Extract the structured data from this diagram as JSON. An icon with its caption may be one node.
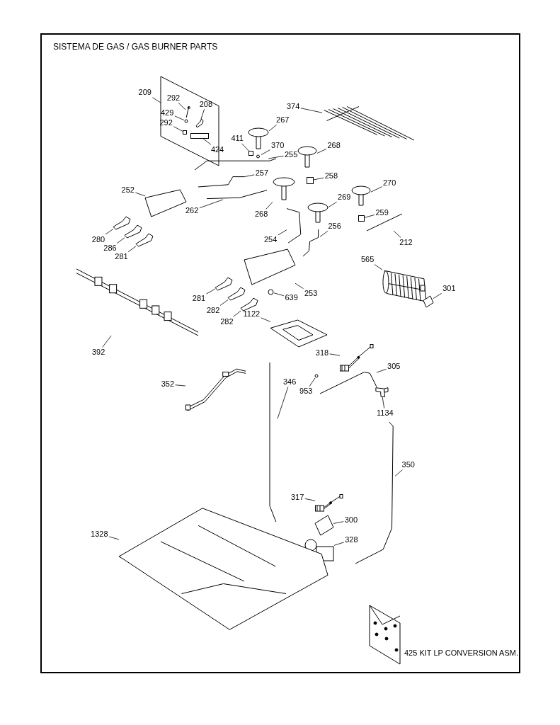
{
  "diagram": {
    "title": "SISTEMA DE GAS / GAS BURNER PARTS",
    "nodes": [
      {
        "text": [
          "209"
        ]
      },
      {
        "text": [],
        "shape": "picture"
      },
      {
        "text": [
          "292"
        ],
        "in": 1
      },
      {
        "text": [],
        "shape": "picture",
        "in": 1
      },
      {
        "text": [
          "208"
        ],
        "in": 1
      },
      {
        "text": [],
        "shape": "picture",
        "in": 1
      },
      {
        "text": [
          "429"
        ],
        "in": 1
      },
      {
        "text": [],
        "shape": "circle",
        "in": 1
      },
      {
        "text": [
          "292"
        ],
        "in": 1
      },
      {
        "text": [],
        "shape": "box",
        "in": 1
      },
      {
        "text": [
          "424"
        ],
        "in": 1
      },
      {
        "text": [],
        "shape": "box",
        "in": 1
      },
      {
        "text": [
          "374"
        ]
      },
      {
        "text": [],
        "shape": "picture"
      },
      {
        "text": [
          "267"
        ]
      },
      {
        "text": [],
        "shape": "picture"
      },
      {
        "text": [
          "411"
        ]
      },
      {
        "text": [],
        "shape": "box"
      },
      {
        "text": [
          "370"
        ]
      },
      {
        "text": [],
        "shape": "circle"
      },
      {
        "text": [
          "255"
        ]
      },
      {
        "text": [],
        "shape": "picture"
      },
      {
        "text": [
          "268"
        ]
      },
      {
        "text": [],
        "shape": "picture"
      },
      {
        "text": [
          "257"
        ]
      },
      {
        "text": [],
        "shape": "picture"
      },
      {
        "text": [
          "258"
        ]
      },
      {
        "text": [],
        "shape": "box"
      },
      {
        "text": [
          "252"
        ]
      },
      {
        "text": [],
        "shape": "picture"
      },
      {
        "text": [
          "262"
        ]
      },
      {
        "text": [],
        "shape": "picture"
      },
      {
        "text": [
          "268"
        ]
      },
      {
        "text": [],
        "shape": "picture"
      },
      {
        "text": [
          "269"
        ]
      },
      {
        "text": [],
        "shape": "picture"
      },
      {
        "text": [
          "270"
        ]
      },
      {
        "text": [],
        "shape": "picture"
      },
      {
        "text": [
          "259"
        ]
      },
      {
        "text": [],
        "shape": "box"
      },
      {
        "text": [
          "254"
        ]
      },
      {
        "text": [],
        "shape": "picture"
      },
      {
        "text": [
          "256"
        ]
      },
      {
        "text": [],
        "shape": "picture"
      },
      {
        "text": [
          "212"
        ]
      },
      {
        "text": [],
        "shape": "picture"
      },
      {
        "text": [
          "280"
        ]
      },
      {
        "text": [],
        "shape": "picture"
      },
      {
        "text": [
          "286"
        ]
      },
      {
        "text": [],
        "shape": "picture"
      },
      {
        "text": [
          "281"
        ]
      },
      {
        "text": [],
        "shape": "picture"
      },
      {
        "text": [
          "565"
        ]
      },
      {
        "text": [],
        "shape": "picture"
      },
      {
        "text": [
          "253"
        ]
      },
      {
        "text": [],
        "shape": "picture"
      },
      {
        "text": [
          "301"
        ]
      },
      {
        "text": [],
        "shape": "picture"
      },
      {
        "text": [
          "281"
        ]
      },
      {
        "text": [],
        "shape": "picture"
      },
      {
        "text": [
          "282"
        ]
      },
      {
        "text": [],
        "shape": "picture"
      },
      {
        "text": [
          "639"
        ]
      },
      {
        "text": [],
        "shape": "circle"
      },
      {
        "text": [
          "392"
        ]
      },
      {
        "text": [],
        "shape": "picture"
      },
      {
        "text": [
          "282"
        ]
      },
      {
        "text": [],
        "shape": "picture"
      },
      {
        "text": [
          "1122"
        ]
      },
      {
        "text": [],
        "shape": "picture"
      },
      {
        "text": [
          "318"
        ]
      },
      {
        "text": [],
        "shape": "picture"
      },
      {
        "text": [
          "305"
        ]
      },
      {
        "text": [],
        "shape": "picture"
      },
      {
        "text": [
          "953"
        ]
      },
      {
        "text": [],
        "shape": "circle"
      },
      {
        "text": [
          "352"
        ]
      },
      {
        "text": [],
        "shape": "picture"
      },
      {
        "text": [
          "346"
        ]
      },
      {
        "text": [],
        "shape": "picture"
      },
      {
        "text": [
          "1134"
        ]
      },
      {
        "text": [],
        "shape": "picture"
      },
      {
        "text": [
          "350"
        ]
      },
      {
        "text": [],
        "shape": "picture"
      },
      {
        "text": [
          "317"
        ]
      },
      {
        "text": [],
        "shape": "picture"
      },
      {
        "text": [
          "300"
        ]
      },
      {
        "text": [],
        "shape": "picture"
      },
      {
        "text": [
          "328"
        ]
      },
      {
        "text": [],
        "shape": "picture"
      },
      {
        "text": [
          "1328"
        ]
      },
      {
        "text": [],
        "shape": "picture"
      }
    ],
    "edges": [
      {
        "from": 0,
        "to": 1,
        "arrow": "none"
      },
      {
        "from": 2,
        "to": 3,
        "arrow": "none"
      },
      {
        "from": 4,
        "to": 5,
        "arrow": "none"
      },
      {
        "from": 6,
        "to": 7,
        "arrow": "none"
      },
      {
        "from": 8,
        "to": 9,
        "arrow": "none"
      },
      {
        "from": 10,
        "to": 11,
        "arrow": "none"
      },
      {
        "from": 12,
        "to": 13,
        "arrow": "none"
      },
      {
        "from": 14,
        "to": 15,
        "arrow": "none"
      },
      {
        "from": 16,
        "to": 17,
        "arrow": "none"
      },
      {
        "from": 18,
        "to": 19,
        "arrow": "none"
      },
      {
        "from": 20,
        "to": 21,
        "arrow": "none"
      },
      {
        "from": 22,
        "to": 23,
        "arrow": "none"
      },
      {
        "from": 24,
        "to": 25,
        "arrow": "none"
      },
      {
        "from": 26,
        "to": 27,
        "arrow": "none"
      },
      {
        "from": 28,
        "to": 29,
        "arrow": "none"
      },
      {
        "from": 30,
        "to": 31,
        "arrow": "none"
      },
      {
        "from": 32,
        "to": 33,
        "arrow": "none"
      },
      {
        "from": 34,
        "to": 35,
        "arrow": "none"
      },
      {
        "from": 36,
        "to": 37,
        "arrow": "none"
      },
      {
        "from": 38,
        "to": 39,
        "arrow": "none"
      },
      {
        "from": 40,
        "to": 41,
        "arrow": "none"
      },
      {
        "from": 42,
        "to": 43,
        "arrow": "none"
      },
      {
        "from": 44,
        "to": 45,
        "arrow": "none"
      },
      {
        "from": 46,
        "to": 47,
        "arrow": "none"
      },
      {
        "from": 48,
        "to": 49,
        "arrow": "none"
      },
      {
        "from": 50,
        "to": 51,
        "arrow": "none"
      },
      {
        "from": 52,
        "to": 53,
        "arrow": "none"
      },
      {
        "from": 54,
        "to": 55,
        "arrow": "none"
      },
      {
        "from": 56,
        "to": 57,
        "arrow": "none"
      },
      {
        "from": 58,
        "to": 59,
        "arrow": "none"
      },
      {
        "from": 60,
        "to": 61,
        "arrow": "none"
      },
      {
        "from": 62,
        "to": 63,
        "arrow": "none"
      },
      {
        "from": 64,
        "to": 65,
        "arrow": "none"
      },
      {
        "from": 66,
        "to": 67,
        "arrow": "none"
      },
      {
        "from": 68,
        "to": 69,
        "arrow": "none"
      },
      {
        "from": 70,
        "to": 71,
        "arrow": "none"
      },
      {
        "from": 72,
        "to": 73,
        "arrow": "none"
      },
      {
        "from": 74,
        "to": 75,
        "arrow": "none"
      },
      {
        "from": 76,
        "to": 77,
        "arrow": "none"
      },
      {
        "from": 78,
        "to": 79,
        "arrow": "none"
      },
      {
        "from": 80,
        "to": 81,
        "arrow": "none"
      },
      {
        "from": 82,
        "to": 83,
        "arrow": "none"
      },
      {
        "from": 84,
        "to": 85,
        "arrow": "none"
      },
      {
        "from": 86,
        "to": 87,
        "arrow": "none"
      },
      {
        "from": 88,
        "to": 89,
        "arrow": "none"
      },
      {
        "from": 90,
        "to": 91,
        "arrow": "none"
      }
    ],
    "labels": [
      "425 KIT LP CONVERSION ASM."
    ]
  }
}
